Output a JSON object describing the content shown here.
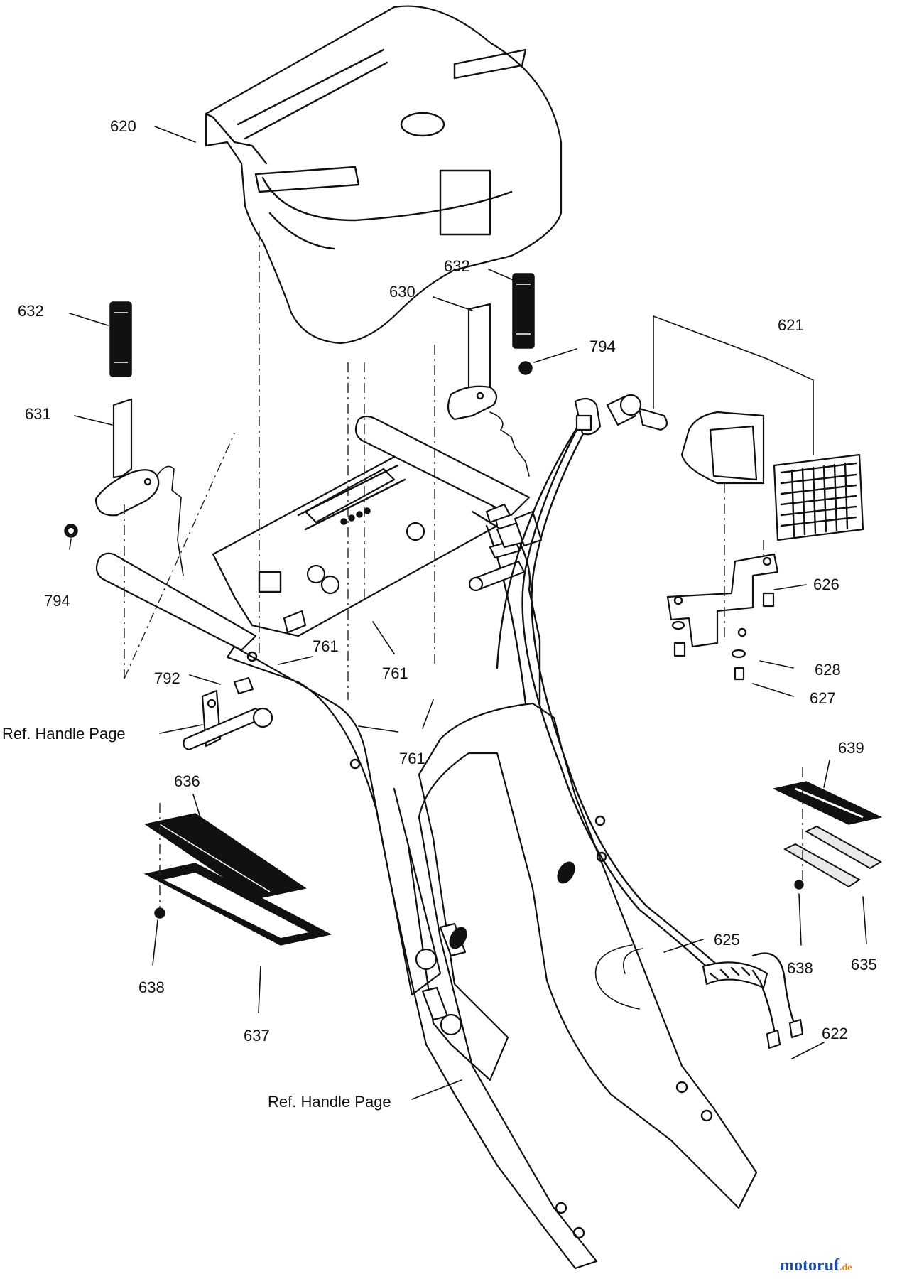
{
  "diagram": {
    "part_labels": [
      {
        "id": "620",
        "text": "620"
      },
      {
        "id": "632a",
        "text": "632"
      },
      {
        "id": "632b",
        "text": "632"
      },
      {
        "id": "630",
        "text": "630"
      },
      {
        "id": "794a",
        "text": "794"
      },
      {
        "id": "621",
        "text": "621"
      },
      {
        "id": "631",
        "text": "631"
      },
      {
        "id": "794b",
        "text": "794"
      },
      {
        "id": "626",
        "text": "626"
      },
      {
        "id": "761a",
        "text": "761"
      },
      {
        "id": "761b",
        "text": "761"
      },
      {
        "id": "761c",
        "text": "761"
      },
      {
        "id": "792",
        "text": "792"
      },
      {
        "id": "628",
        "text": "628"
      },
      {
        "id": "627",
        "text": "627"
      },
      {
        "id": "ref1",
        "text": "Ref. Handle Page"
      },
      {
        "id": "639",
        "text": "639"
      },
      {
        "id": "636",
        "text": "636"
      },
      {
        "id": "625",
        "text": "625"
      },
      {
        "id": "638a",
        "text": "638"
      },
      {
        "id": "638b",
        "text": "638"
      },
      {
        "id": "635",
        "text": "635"
      },
      {
        "id": "637",
        "text": "637"
      },
      {
        "id": "622",
        "text": "622"
      },
      {
        "id": "ref2",
        "text": "Ref. Handle Page"
      }
    ]
  },
  "watermark": {
    "brand": "motoruf",
    "suffix": ".de"
  },
  "colors": {
    "line": "#111111",
    "watermark_motor": "#1f4fa0",
    "watermark_uf": "#e07a10"
  }
}
